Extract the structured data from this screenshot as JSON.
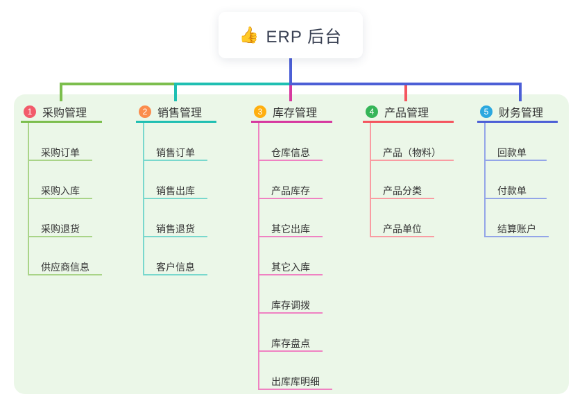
{
  "root": {
    "icon": "👍",
    "icon_name": "thumbs-up-icon",
    "title": "ERP 后台"
  },
  "colors": {
    "root_line": "#4c5fd6",
    "panel_bg": "#ebf7e8",
    "text": "#333333"
  },
  "branches": [
    {
      "id": "purchase",
      "number": "1",
      "label": "采购管理",
      "badge_color": "#f25b6b",
      "line_color": "#7cbe4d",
      "child_line_color": "#a9d488",
      "children": [
        "采购订单",
        "采购入库",
        "采购退货",
        "供应商信息"
      ]
    },
    {
      "id": "sales",
      "number": "2",
      "label": "销售管理",
      "badge_color": "#fb8c4c",
      "line_color": "#1fbfb2",
      "child_line_color": "#79d8cd",
      "children": [
        "销售订单",
        "销售出库",
        "销售退货",
        "客户信息"
      ]
    },
    {
      "id": "inventory",
      "number": "3",
      "label": "库存管理",
      "badge_color": "#ffaf0f",
      "line_color": "#d6399f",
      "child_line_color": "#ef82c2",
      "children": [
        "仓库信息",
        "产品库存",
        "其它出库",
        "其它入库",
        "库存调拨",
        "库存盘点",
        "出库库明细"
      ]
    },
    {
      "id": "product",
      "number": "4",
      "label": "产品管理",
      "badge_color": "#35b558",
      "line_color": "#f4555f",
      "child_line_color": "#f99ca2",
      "children": [
        "产品（物料）",
        "产品分类",
        "产品单位"
      ]
    },
    {
      "id": "finance",
      "number": "5",
      "label": "财务管理",
      "badge_color": "#2ba8df",
      "line_color": "#4c5fd6",
      "child_line_color": "#93a5e8",
      "children": [
        "回款单",
        "付款单",
        "结算账户"
      ]
    }
  ]
}
